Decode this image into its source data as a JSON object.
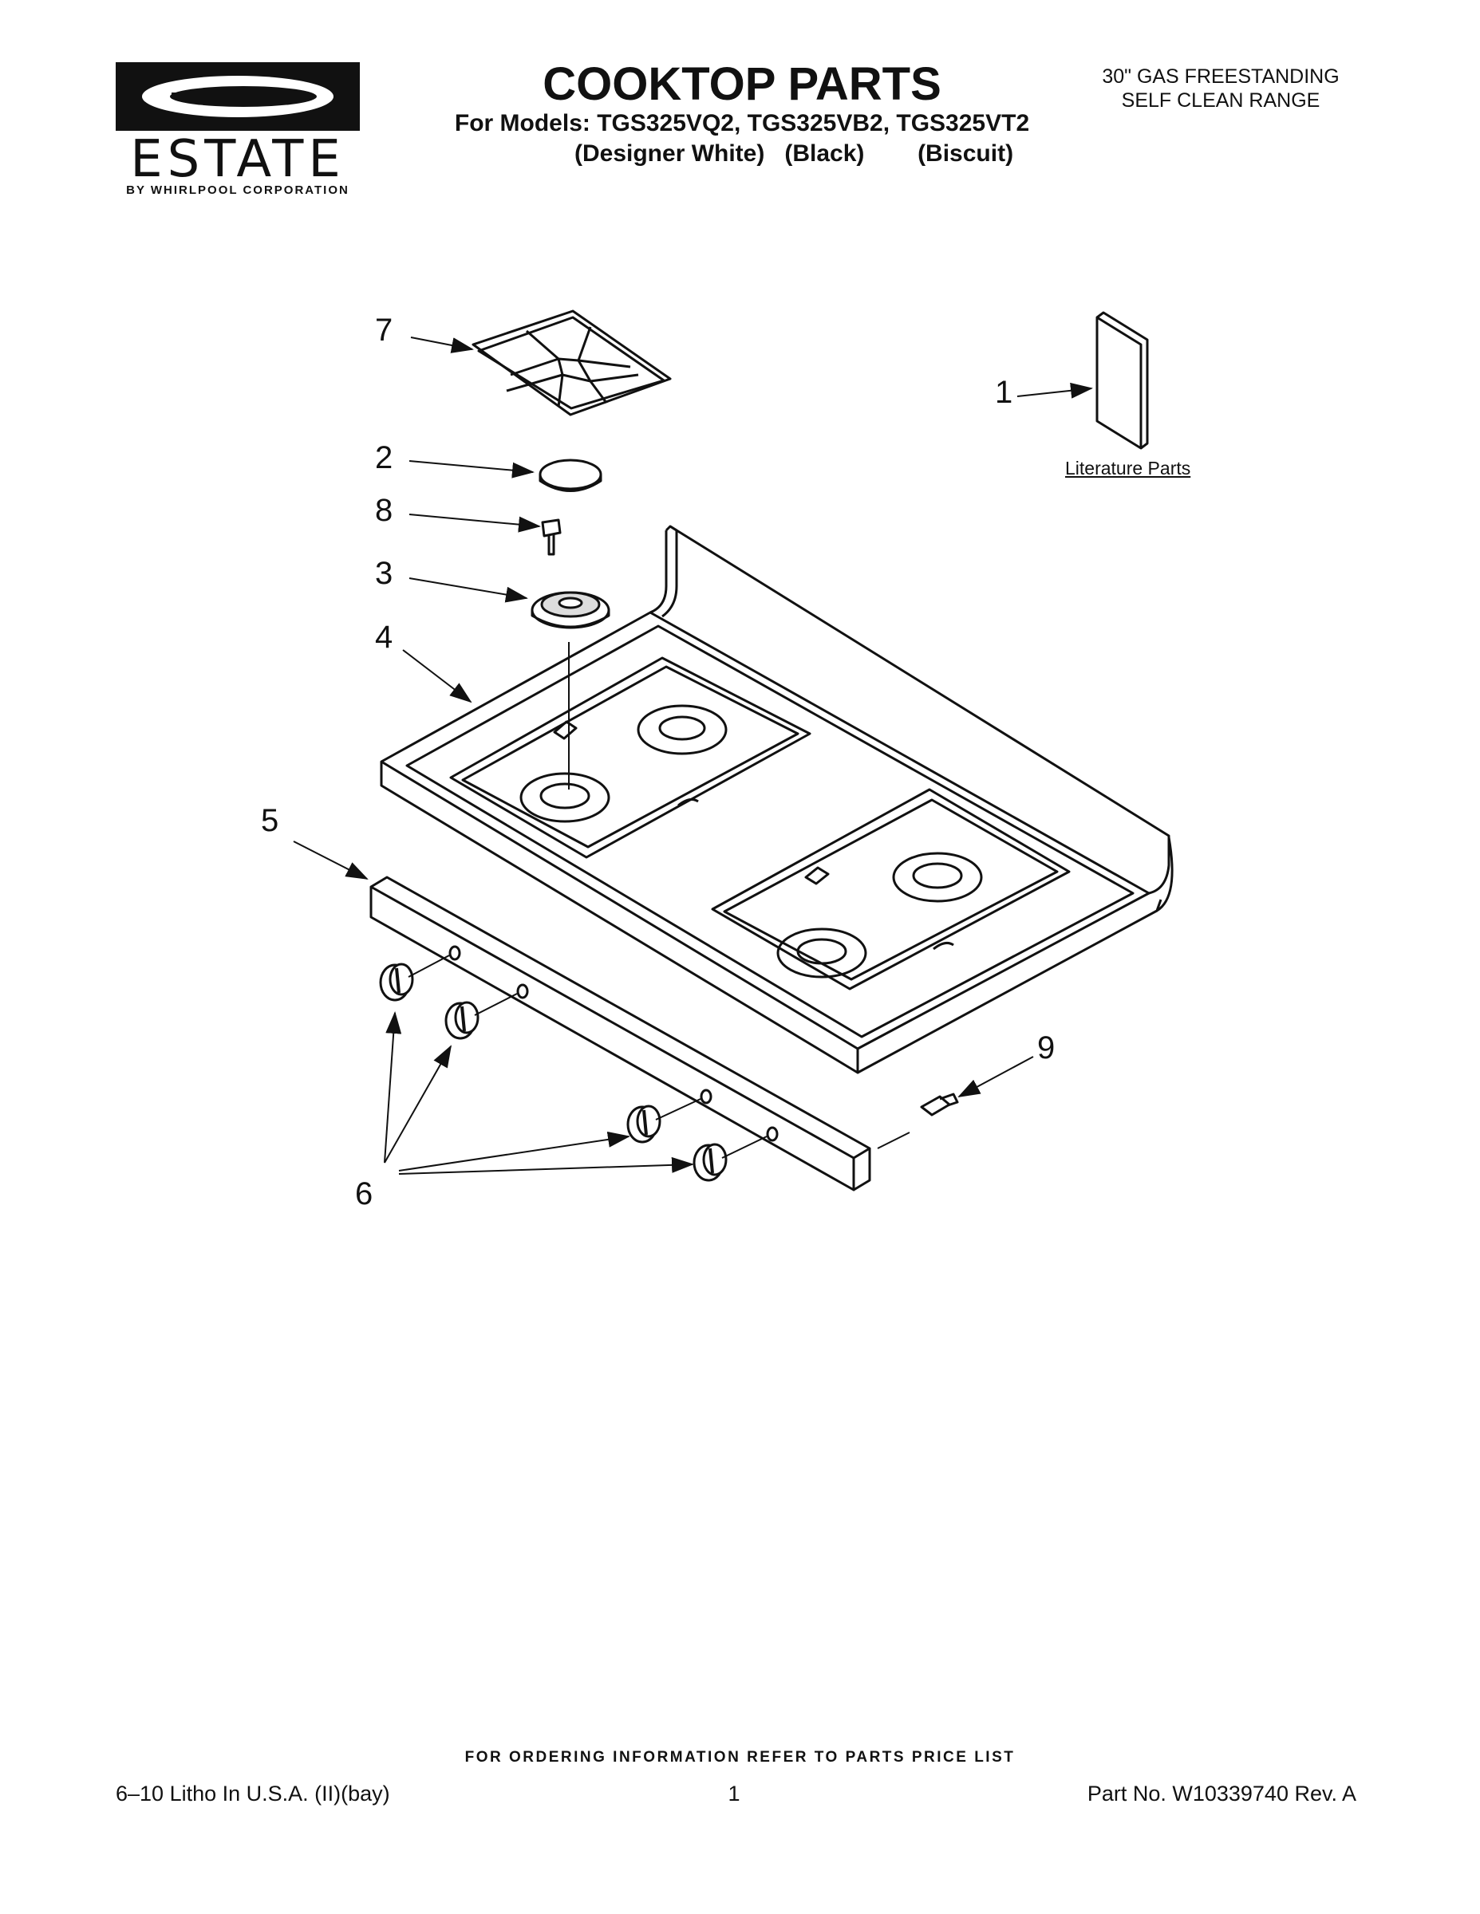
{
  "header": {
    "brand": "ESTATE",
    "brand_sub": "BY WHIRLPOOL CORPORATION",
    "title": "COOKTOP PARTS",
    "models": "For Models: TGS325VQ2, TGS325VB2, TGS325VT2",
    "colors": "(Designer White)   (Black)        (Biscuit)",
    "product_line1": "30\" GAS FREESTANDING",
    "product_line2": "SELF CLEAN RANGE"
  },
  "diagram": {
    "callouts": [
      "1",
      "2",
      "3",
      "4",
      "5",
      "6",
      "7",
      "8",
      "9"
    ],
    "literature_label": "Literature Parts"
  },
  "footer": {
    "ordering_note": "FOR ORDERING INFORMATION REFER TO PARTS PRICE LIST",
    "litho": "6–10 Litho In U.S.A. (II)(bay)",
    "page": "1",
    "part_no": "Part No. W10339740 Rev. A"
  }
}
